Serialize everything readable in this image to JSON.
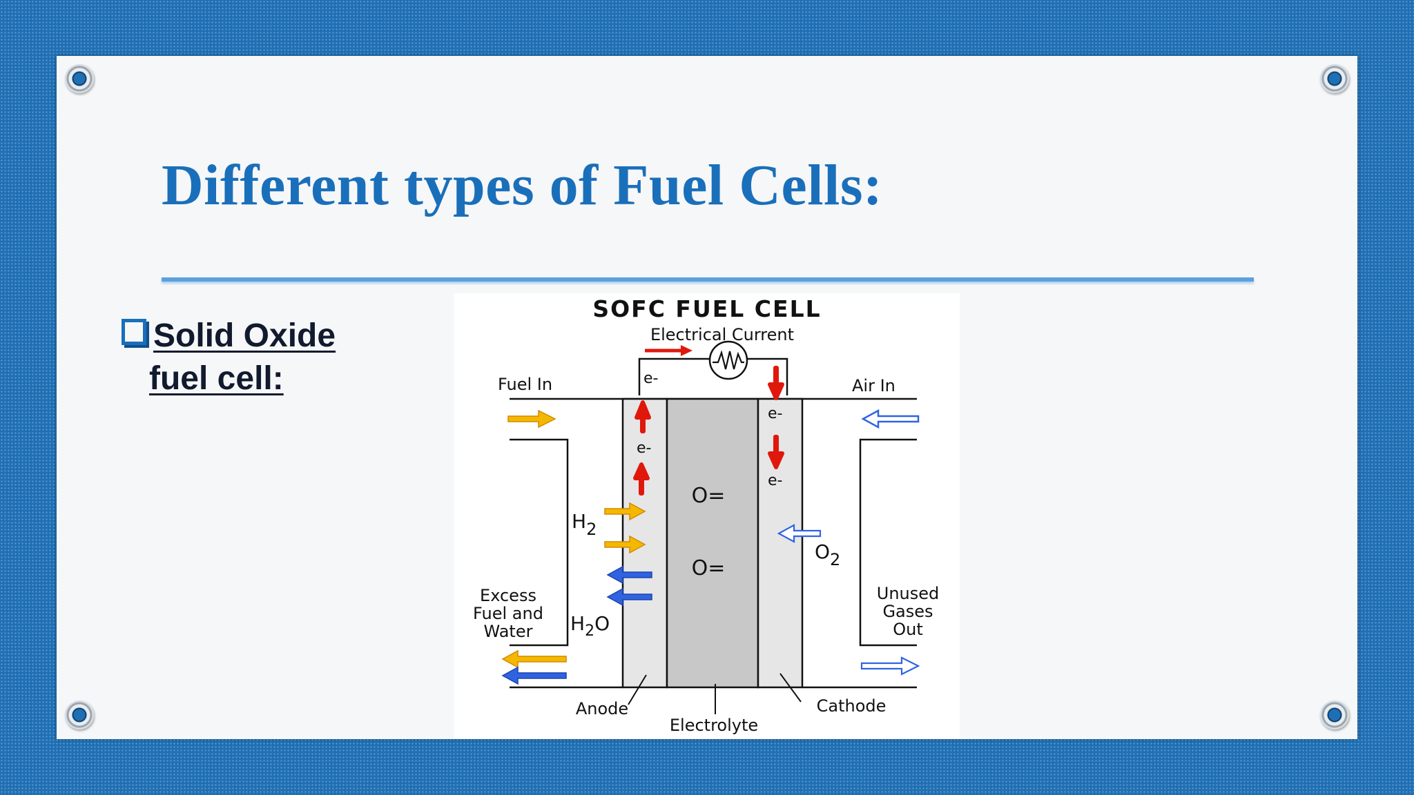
{
  "slide": {
    "title": "Different types of Fuel Cells:",
    "bullet": {
      "line1": "Solid Oxide",
      "line2": "fuel cell:"
    }
  },
  "diagram": {
    "title": "SOFC FUEL CELL",
    "current_label": "Electrical Current",
    "fuel_in": "Fuel In",
    "air_in": "Air In",
    "electron": "e-",
    "oxide_ion": "O=",
    "h2": "H",
    "h2_sub": "2",
    "o2": "O",
    "o2_sub": "2",
    "h2o_h": "H",
    "h2o_sub": "2",
    "h2o_o": "O",
    "excess": [
      "Excess",
      "Fuel and",
      "Water"
    ],
    "unused": [
      "Unused",
      "Gases",
      "Out"
    ],
    "anode": "Anode",
    "electrolyte": "Electrolyte",
    "cathode": "Cathode"
  },
  "colors": {
    "background_blue": "#1f6fb4",
    "title_blue": "#1a6fba",
    "rule_blue": "#5aa0de",
    "fuel_arrow": "#f5b800",
    "electron_arrow": "#e0180c",
    "air_arrow": "#2f63e0",
    "electrolyte_fill": "#c8c8c8",
    "electrode_fill": "#e6e6e6"
  }
}
